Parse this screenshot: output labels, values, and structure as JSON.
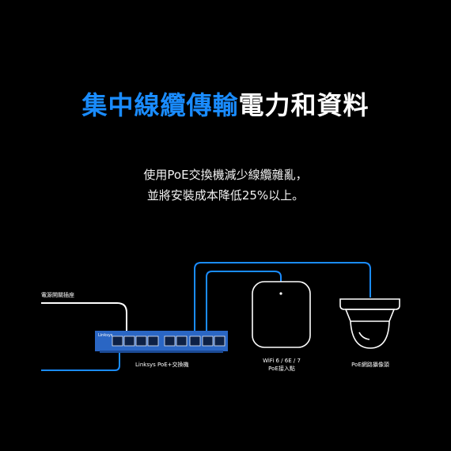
{
  "headline": {
    "highlight": "集中線纜傳輸",
    "rest": "電力和資料",
    "highlight_color": "#1a8cff",
    "rest_color": "#ffffff"
  },
  "body": {
    "line1": "使用PoE交換機減少線纜雜亂，",
    "line2": "並將安裝成本降低25%以上。"
  },
  "diagram": {
    "power_outlet_label": "電源開關插座",
    "switch_brand": "Linksys",
    "switch_label": "Linksys PoE+交換機",
    "access_point_label_line1": "WiFi 6 / 6E / 7",
    "access_point_label_line2": "PoE接入點",
    "camera_label": "PoE網路攝像頭",
    "cable_color": "#1a8cff",
    "power_cable_color": "#ffffff",
    "switch_color": "#2a66c4",
    "device_outline_color": "#ffffff"
  }
}
